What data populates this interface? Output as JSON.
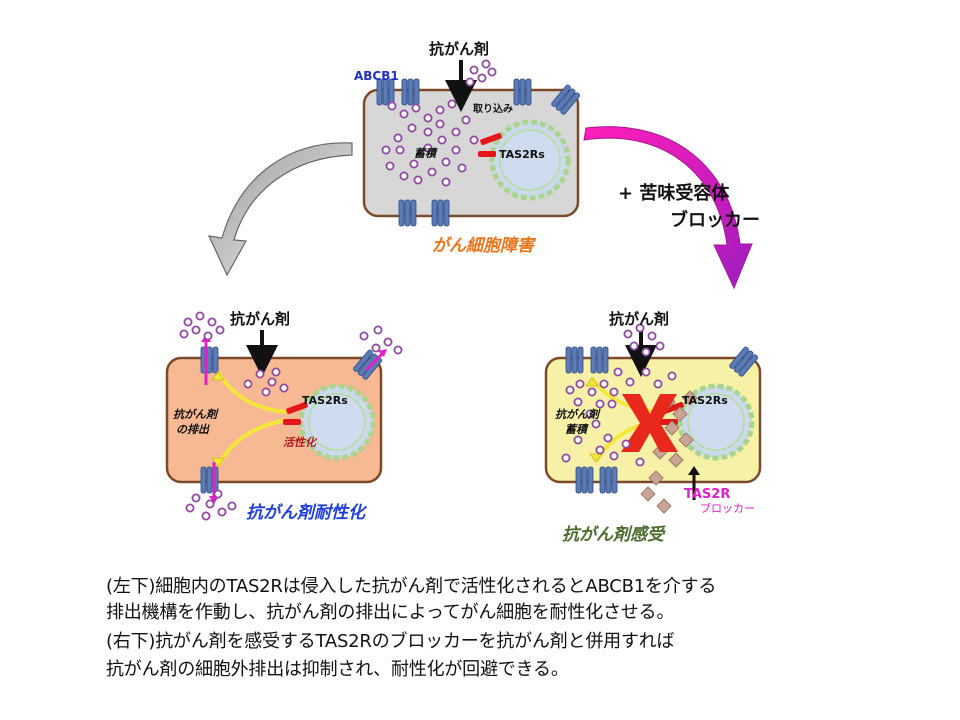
{
  "top_cell": {
    "drug_label": "抗がん剤",
    "abcb1_label": "ABCB1",
    "uptake_label": "取り込み",
    "accumulate_label": "蓄積",
    "receptor_label": "TAS2Rs",
    "outcome_label": "がん細胞障害"
  },
  "blocker_arrow": {
    "line1": "+ 苦味受容体",
    "line2": "ブロッカー"
  },
  "left_cell": {
    "drug_label": "抗がん剤",
    "efflux_label_1": "抗がん剤",
    "efflux_label_2": "の排出",
    "receptor_label": "TAS2Rs",
    "activation_label": "活性化",
    "outcome_label": "抗がん剤耐性化"
  },
  "right_cell": {
    "drug_label": "抗がん剤",
    "accum_label_1": "抗がん剤",
    "accum_label_2": "蓄積",
    "receptor_label": "TAS2Rs",
    "blocker_label_1": "TAS2R",
    "blocker_label_2": "ブロッカー",
    "outcome_label": "抗がん剤感受"
  },
  "caption": {
    "line1": "(左下)細胞内のTAS2Rは侵入した抗がん剤で活性化されるとABCB1を介する",
    "line2": "排出機構を作動し、抗がん剤の排出によってがん細胞を耐性化させる。",
    "line3": "(右下)抗がん剤を感受するTAS2Rのブロッカーを抗がん剤と併用すれば",
    "line4": "抗がん剤の細胞外排出は抑制され、耐性化が回避できる。"
  },
  "colors": {
    "top_cell_fill": "#d7d7d7",
    "left_cell_fill": "#f7b894",
    "right_cell_fill": "#f6f1a6",
    "cell_border": "#7a4a2a",
    "nucleus": "#cbd9ec",
    "drug_particle": "#8e4aa0",
    "receptor": "#e4161a",
    "transporter": "#5c7bb5",
    "blocker": "#c9a494",
    "outcome_top": "#e8761e",
    "outcome_left": "#1f3fd6",
    "outcome_right": "#4d6b2c",
    "blocker_label": "#e020c8",
    "abcb1_label": "#2030c0",
    "big_x": "#e8281b"
  }
}
